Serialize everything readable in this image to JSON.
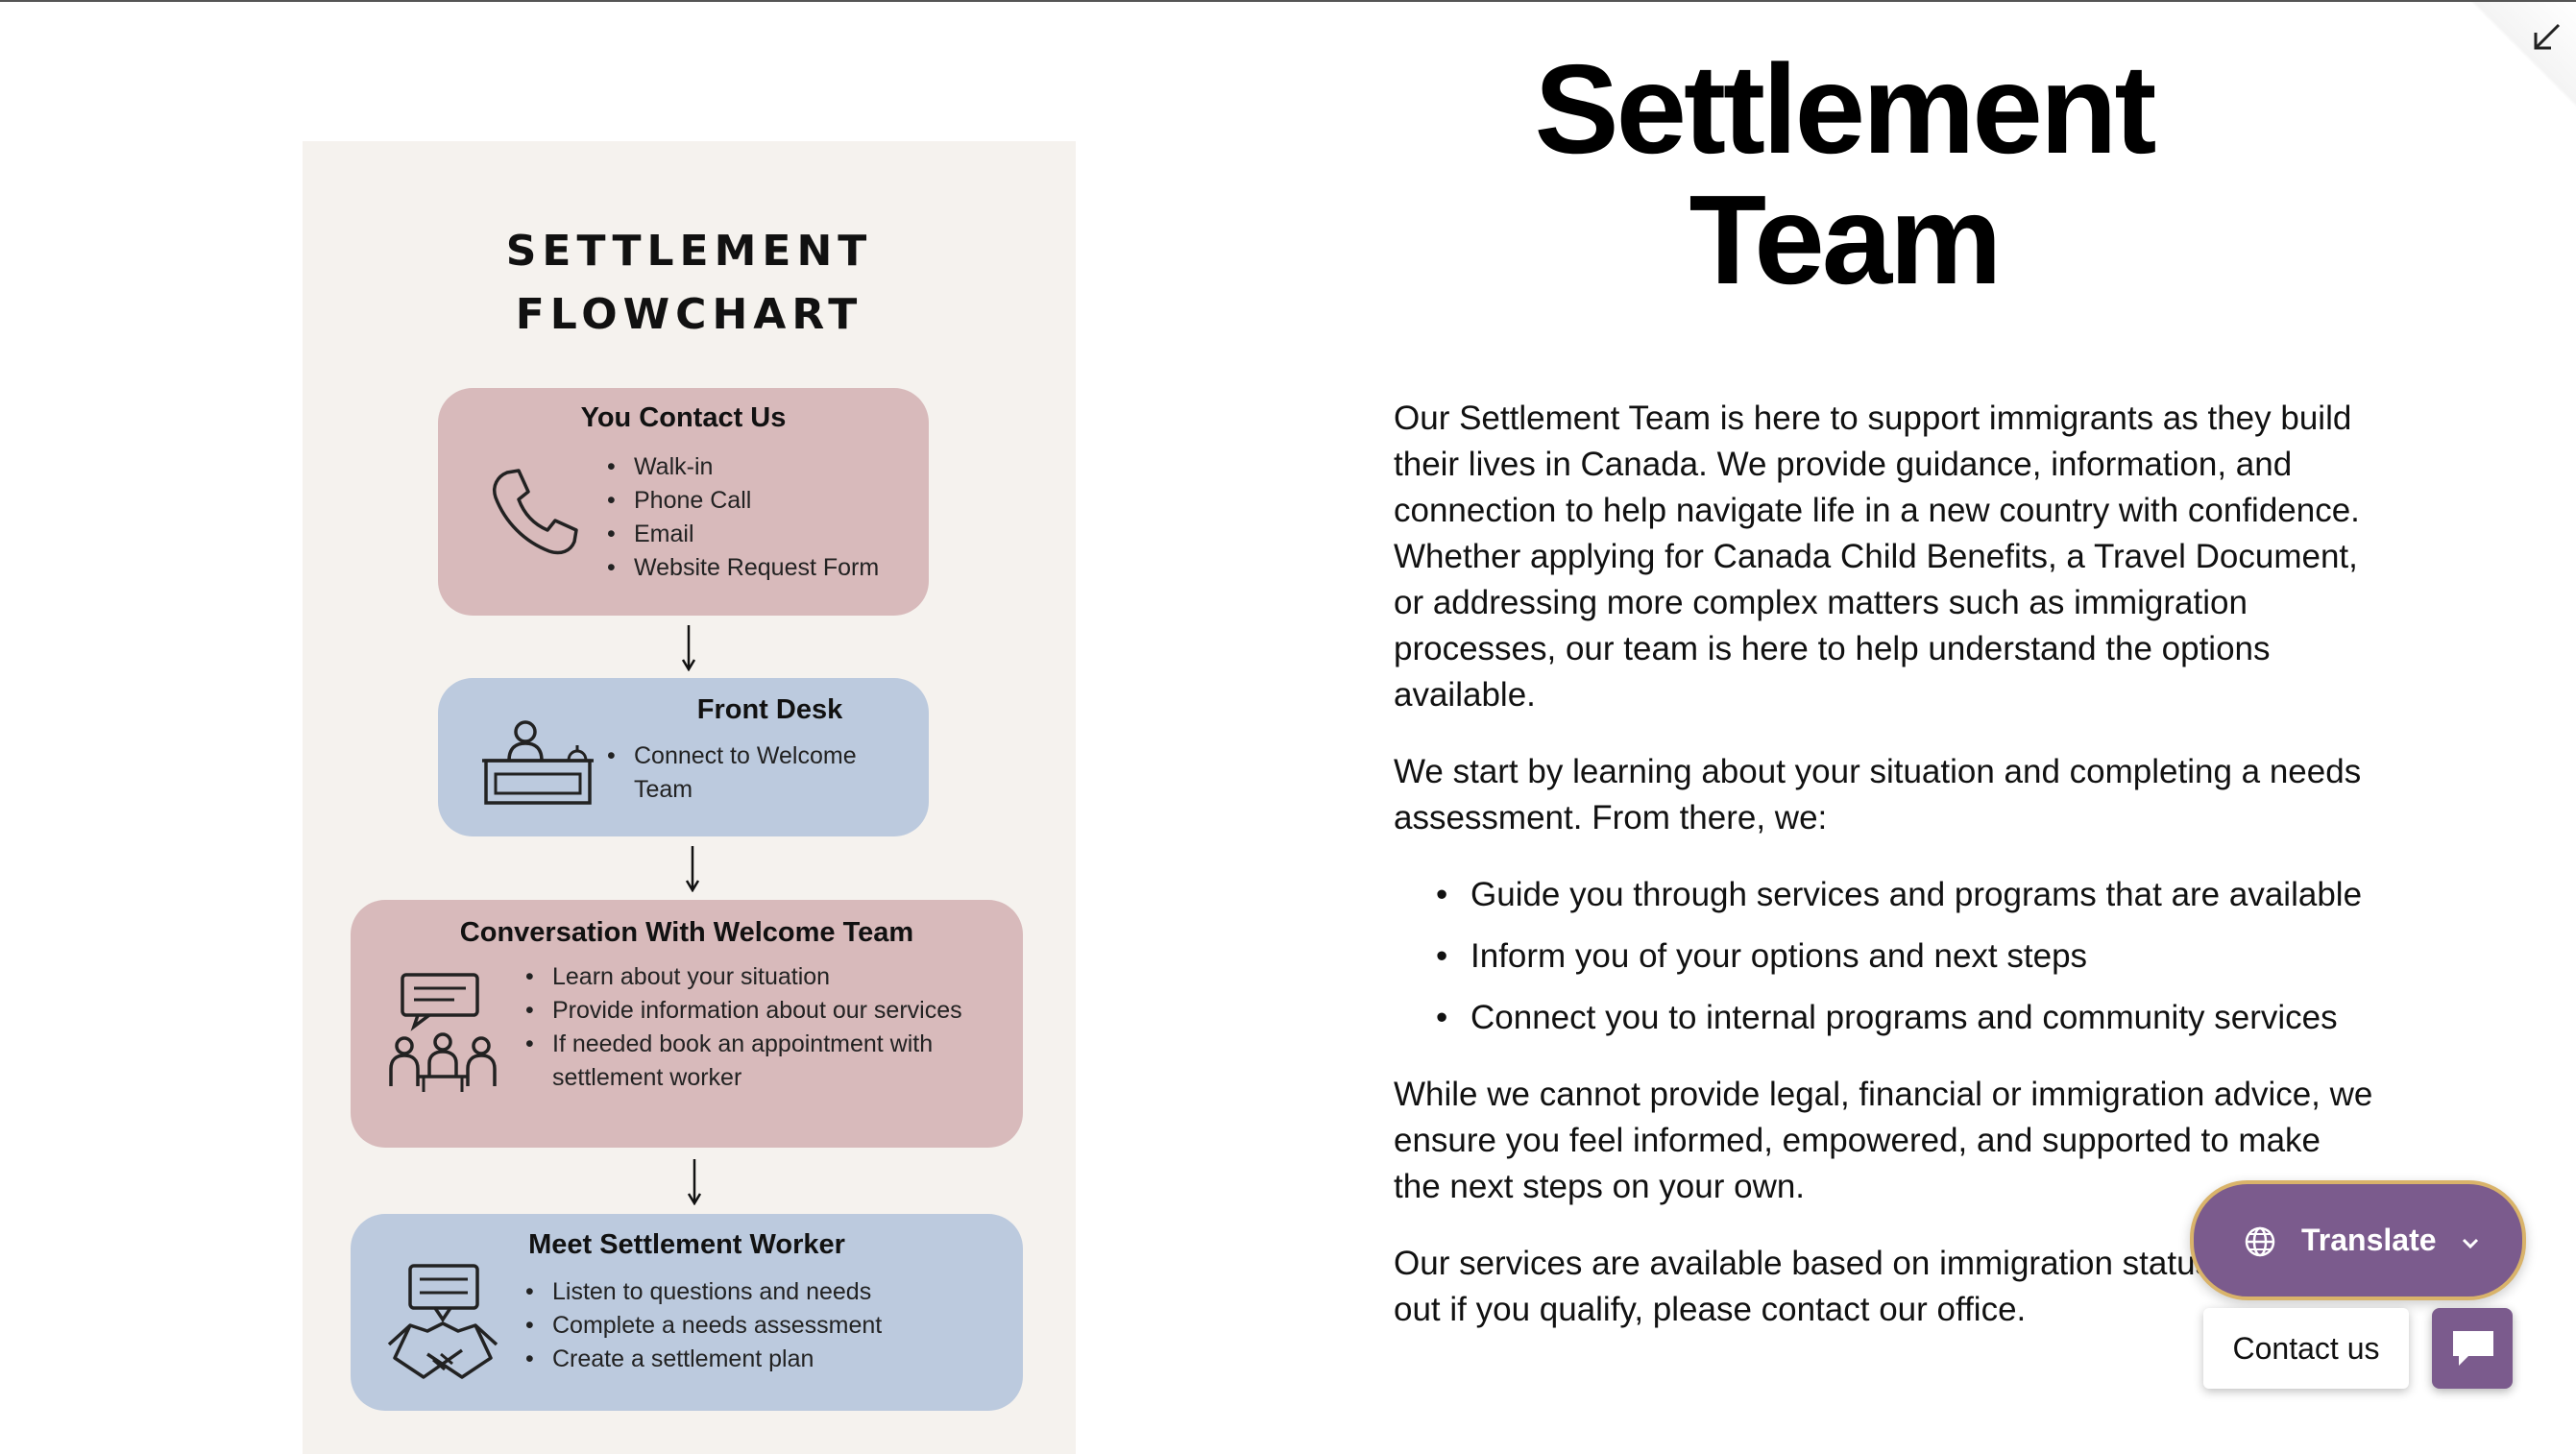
{
  "flowchart": {
    "title_line1": "SETTLEMENT",
    "title_line2": "FLOWCHART",
    "boxes": [
      {
        "title": "You Contact Us",
        "icon": "phone-icon",
        "items": [
          "Walk-in",
          "Phone Call",
          "Email",
          "Website Request Form"
        ]
      },
      {
        "title": "Front Desk",
        "icon": "reception-desk-icon",
        "items": [
          "Connect to Welcome Team"
        ]
      },
      {
        "title": "Conversation With Welcome Team",
        "icon": "group-conversation-icon",
        "items": [
          "Learn about your situation",
          "Provide information about our services",
          "If needed book an appointment with settlement worker"
        ]
      },
      {
        "title": "Meet Settlement Worker",
        "icon": "handshake-icon",
        "items": [
          "Listen to questions and needs",
          "Complete a needs assessment",
          "Create a settlement plan"
        ]
      }
    ]
  },
  "page": {
    "title_line1": "Settlement",
    "title_line2": "Team",
    "intro": "Our Settlement Team is here to support immigrants as they build their lives in Canada. We provide guidance, information, and connection to help navigate life in a new country with confidence. Whether applying for Canada Child Benefits, a Travel Document, or addressing more complex matters such as immigration processes, our team is here to help understand the options available.",
    "process_lead": "We start by learning about your situation and completing a needs assessment. From there, we:",
    "bullets": [
      "Guide you through services and programs that are available",
      "Inform you of your options and next steps",
      "Connect you to internal programs and community services"
    ],
    "disclaimer": "While we cannot provide legal, financial or immigration advice, we ensure you feel informed, empowered, and supported to make the next steps on your own.",
    "eligibility": "Our services are available based on immigration status. To find out if you qualify, please contact our office."
  },
  "widgets": {
    "translate_label": "Translate",
    "contact_label": "Contact us"
  },
  "colors": {
    "pink_box": "#d8babb",
    "blue_box": "#bccade",
    "panel_bg": "#f5f2ee",
    "widget_purple": "#7b5b8d",
    "widget_border": "#d9b36a"
  }
}
